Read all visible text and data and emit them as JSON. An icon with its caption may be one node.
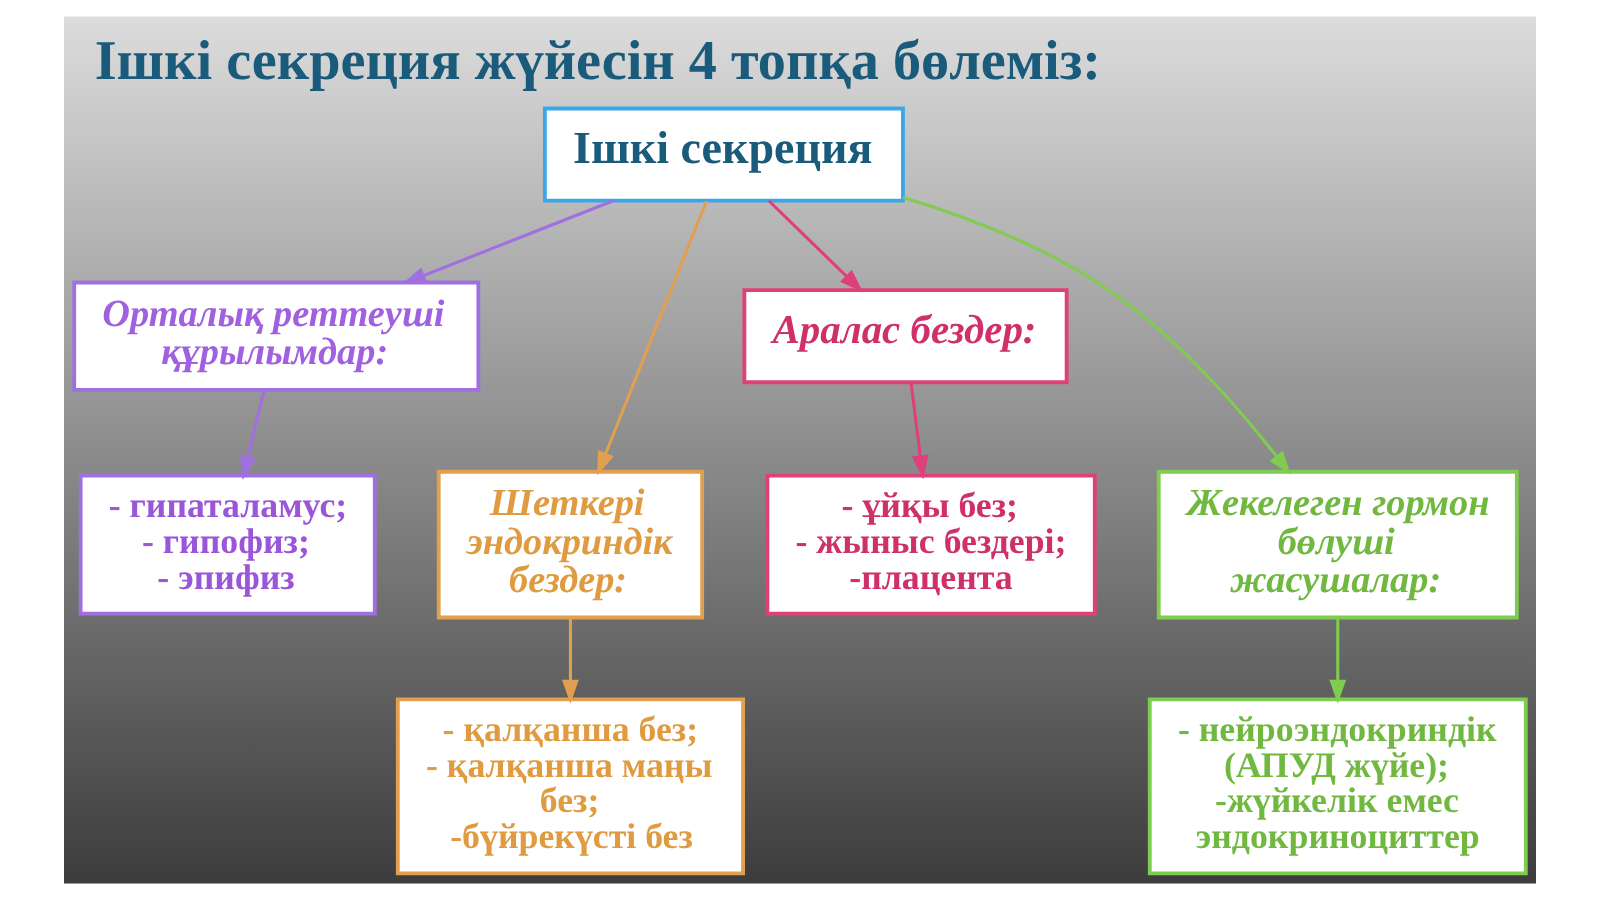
{
  "diagram": {
    "title": "Ішкі секреция жүйесін 4 топқа бөлеміз:",
    "nodes": [
      {
        "text": [
          "Ішкі секреция"
        ]
      },
      {
        "text": [
          "Орталық реттеуші құрылымдар:"
        ]
      },
      {
        "text": [
          "Аралас бездер:"
        ]
      },
      {
        "text": [
          "- гипаталамус;",
          "- гипофиз;",
          "- эпифиз"
        ]
      },
      {
        "text": [
          "- ұйқы без;",
          "- жыныс бездері;",
          "-плацента"
        ]
      },
      {
        "text": [
          "Шеткері эндокриндік бездер:"
        ]
      },
      {
        "text": [
          "Жекелеген гормон бөлуші жасушалар:"
        ]
      },
      {
        "text": [
          "- қалқанша без;",
          "- қалқанша маңы без;",
          "-бүйрекүсті без"
        ]
      },
      {
        "text": [
          "- нейроэндокриндік (АПУД жүйе);",
          "-жүйкелік емес эндокриноциттер"
        ]
      }
    ],
    "edges": [
      {
        "from": 0,
        "to": 1,
        "arrow": "to",
        "color": "#a070e0"
      },
      {
        "from": 0,
        "to": 5,
        "arrow": "to",
        "color": "#e0a050"
      },
      {
        "from": 0,
        "to": 2,
        "arrow": "to",
        "color": "#e0407a"
      },
      {
        "from": 0,
        "to": 6,
        "arrow": "to",
        "color": "#80cc50"
      },
      {
        "from": 1,
        "to": 3,
        "arrow": "to",
        "color": "#a070e0"
      },
      {
        "from": 2,
        "to": 4,
        "arrow": "to",
        "color": "#e0407a"
      },
      {
        "from": 5,
        "to": 7,
        "arrow": "to",
        "color": "#e0a050"
      },
      {
        "from": 6,
        "to": 8,
        "arrow": "to",
        "color": "#80cc50"
      }
    ]
  }
}
